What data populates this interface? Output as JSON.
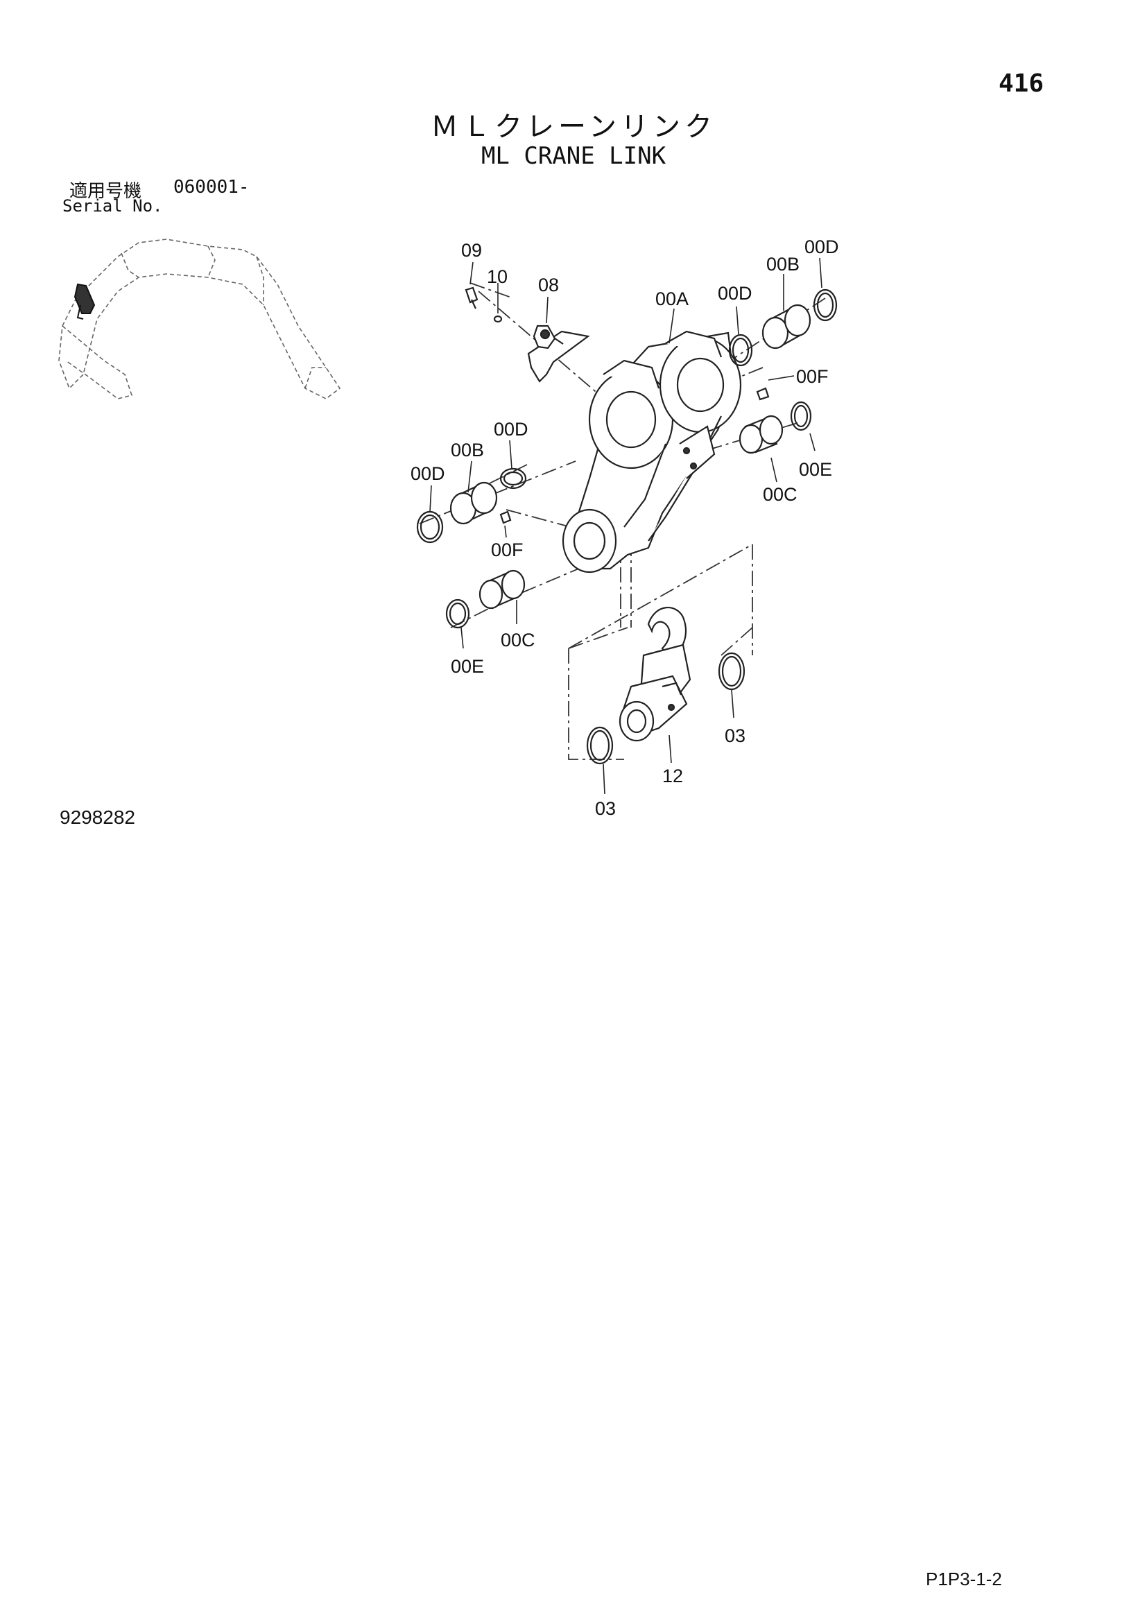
{
  "page": {
    "number": "416",
    "title_jp": "ＭＬクレーンリンク",
    "title_en": "ML CRANE LINK",
    "serial_label_jp": "適用号機",
    "serial_value": "060001-",
    "serial_label_en": "Serial No.",
    "drawing_number": "9298282",
    "page_code": "P1P3-1-2"
  },
  "callouts": {
    "c09": "09",
    "c10": "10",
    "c08": "08",
    "c00A": "00A",
    "c00D_top_mid": "00D",
    "c00B_top": "00B",
    "c00D_top_right": "00D",
    "c00F_right": "00F",
    "c00D_left_mid": "00D",
    "c00B_left": "00B",
    "c00D_left": "00D",
    "c00E_right": "00E",
    "c00C_right": "00C",
    "c00F_left": "00F",
    "c00C_left": "00C",
    "c00E_left": "00E",
    "c03_right": "03",
    "c12": "12",
    "c03_bottom": "03"
  }
}
